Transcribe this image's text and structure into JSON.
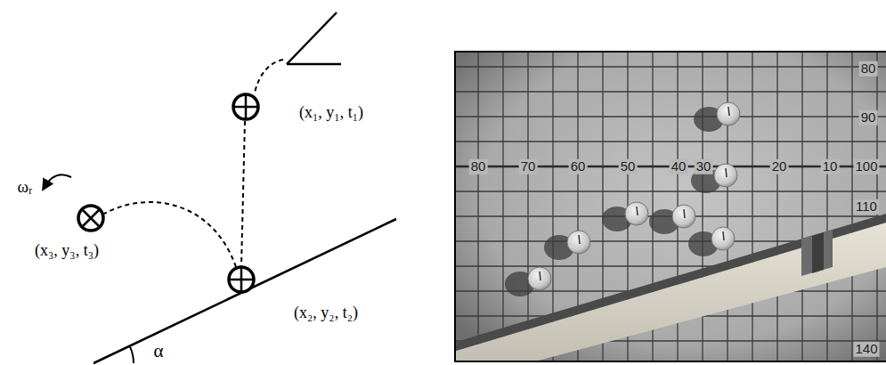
{
  "diagram": {
    "labels": [
      "(x₁, y₁, t₁)",
      "(x₂, y₂, t₂)",
      "ωᵣ",
      "(x₃, y₃, t₃)",
      "α",
      "80",
      "70",
      "60",
      "50",
      "40",
      "30",
      "20",
      "10",
      "80",
      "90",
      "100",
      "110",
      "140"
    ]
  }
}
